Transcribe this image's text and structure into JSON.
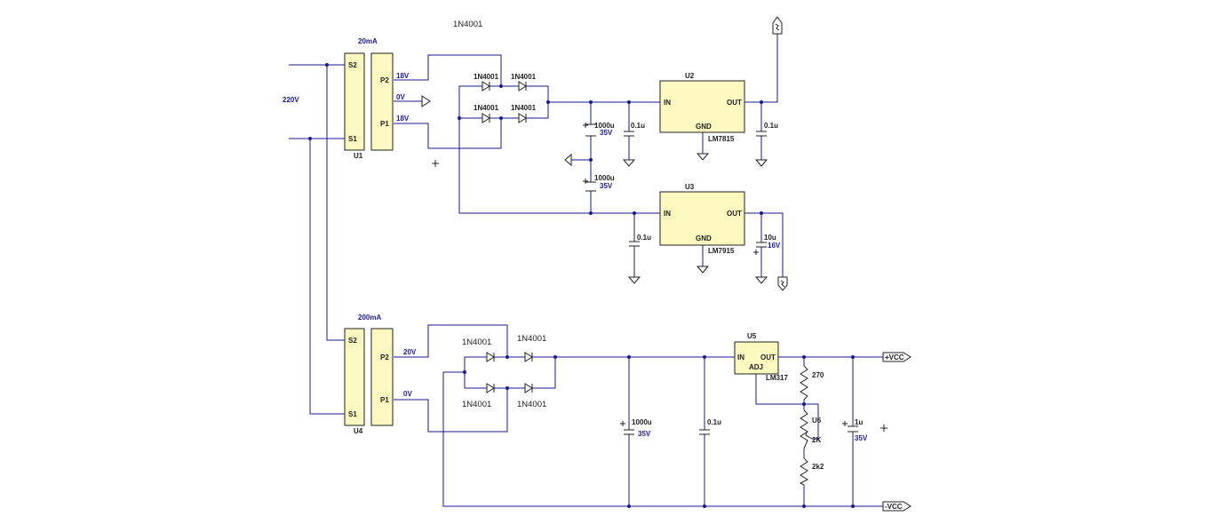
{
  "labels": {
    "top_diode_title": "1N4001",
    "mains": "220V",
    "u1_rating": "20mA",
    "u4_rating": "200mA",
    "u1": "U1",
    "u4": "U4",
    "s2": "S2",
    "s1": "S1",
    "p2": "P2",
    "p1": "P1",
    "v18a": "18V",
    "v0": "0V",
    "v18b": "18V",
    "v20": "20V",
    "v0b": "0V",
    "diode": "1N4001",
    "u2": "U2",
    "u3": "U3",
    "u5": "U5",
    "u6": "U6",
    "lm7815": "LM7815",
    "lm7915": "LM7915",
    "lm317": "LM317",
    "pin_in": "IN",
    "pin_out": "OUT",
    "pin_gnd": "GND",
    "pin_adj": "ADJ",
    "c1000u": "1000u",
    "c35v": "35V",
    "c01u": "0.1u",
    "c10u": "10u",
    "c16v": "16V",
    "c1u": "1u",
    "r270": "270",
    "r2k": "2K",
    "r2k2": "2k2",
    "vcc_pos": "+VCC",
    "vcc_neg": "-VCC"
  }
}
